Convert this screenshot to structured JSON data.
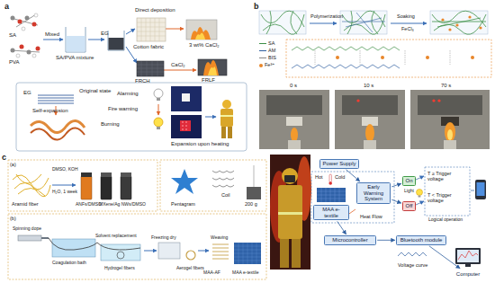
{
  "diagram": {
    "nodes": [
      {
        "text": [
          "Power Supply"
        ]
      },
      {
        "text": [
          "MAA e-textile"
        ]
      },
      {
        "text": [
          "Early Warning System"
        ]
      },
      {
        "text": [
          "On"
        ]
      },
      {
        "text": [
          "Off"
        ]
      },
      {
        "text": [
          "Microcontroller"
        ]
      },
      {
        "text": [
          "Bluetooth module"
        ]
      },
      {
        "text": [
          "Computer"
        ]
      }
    ],
    "edges": [
      {
        "from": 0,
        "to": 2,
        "arrow": "to"
      },
      {
        "from": 2,
        "to": 3,
        "arrow": "to"
      },
      {
        "from": 2,
        "to": 4,
        "arrow": "to"
      },
      {
        "from": 1,
        "to": 5,
        "arrow": "to"
      },
      {
        "from": 5,
        "to": 6,
        "arrow": "to"
      },
      {
        "from": 6,
        "to": 7,
        "arrow": "to"
      }
    ],
    "labels": [
      "a",
      "SA",
      "PVA",
      "Mixed",
      "SA/PVA mixture",
      "EG",
      "Direct deposition",
      "Cotton fabric",
      "3 wt% CaCl₂",
      "FRCH",
      "CaCl₂",
      "FRLF",
      "EG",
      "Original state",
      "Self-expansion",
      "Alarming",
      "Fire warning",
      "Burning",
      "Expansion upon heating",
      "b",
      "Polymerization",
      "Soaking",
      "FeCl₃",
      "0 s",
      "10 s",
      "70 s",
      "c",
      "(a)",
      "Aramid fiber",
      "DMSO, KOH",
      "H₂O, 1 week",
      "ANFs/DMSO",
      "MXene/Ag NWs/DMSO",
      "Pentagram",
      "Coil",
      "200 g",
      "(b)",
      "Spinning dope",
      "Coagulation bath",
      "Solvent replacement",
      "Hydrogel fibers",
      "Freezing dry",
      "Aerogel fibers",
      "Weaving",
      "MAA-AF",
      "MAA e-textile",
      "Hot",
      "Cold",
      "Heat Flow",
      "Light",
      "T ≥ Trigger voltage",
      "T < Trigger voltage",
      "Logical operation",
      "Voltage curve"
    ],
    "legend": [
      {
        "text": "SA"
      },
      {
        "text": "AM"
      },
      {
        "text": "BIS"
      },
      {
        "text": "Fe³⁺",
        "color": "#e8862a"
      }
    ]
  }
}
